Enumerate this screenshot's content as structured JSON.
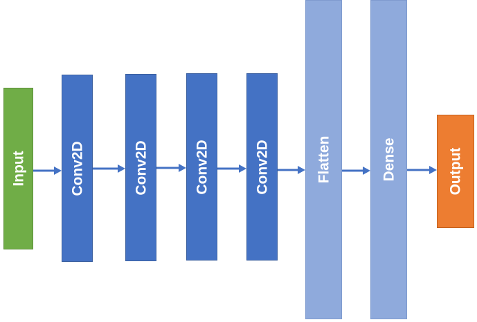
{
  "diagram": {
    "layers": [
      {
        "id": "input",
        "label": "Input",
        "color": "#70ad47"
      },
      {
        "id": "conv1",
        "label": "Conv2D",
        "color": "#4472c4"
      },
      {
        "id": "conv2",
        "label": "Conv2D",
        "color": "#4472c4"
      },
      {
        "id": "conv3",
        "label": "Conv2D",
        "color": "#4472c4"
      },
      {
        "id": "conv4",
        "label": "Conv2D",
        "color": "#4472c4"
      },
      {
        "id": "flatten",
        "label": "Flatten",
        "color": "#8faadc"
      },
      {
        "id": "dense",
        "label": "Dense",
        "color": "#8faadc"
      },
      {
        "id": "output",
        "label": "Output",
        "color": "#ed7d31"
      }
    ],
    "connections": [
      {
        "from": "input",
        "to": "conv1"
      },
      {
        "from": "conv1",
        "to": "conv2"
      },
      {
        "from": "conv2",
        "to": "conv3"
      },
      {
        "from": "conv3",
        "to": "conv4"
      },
      {
        "from": "conv4",
        "to": "flatten"
      },
      {
        "from": "flatten",
        "to": "dense"
      },
      {
        "from": "dense",
        "to": "output"
      }
    ],
    "arrow_color": "#4472c4"
  }
}
